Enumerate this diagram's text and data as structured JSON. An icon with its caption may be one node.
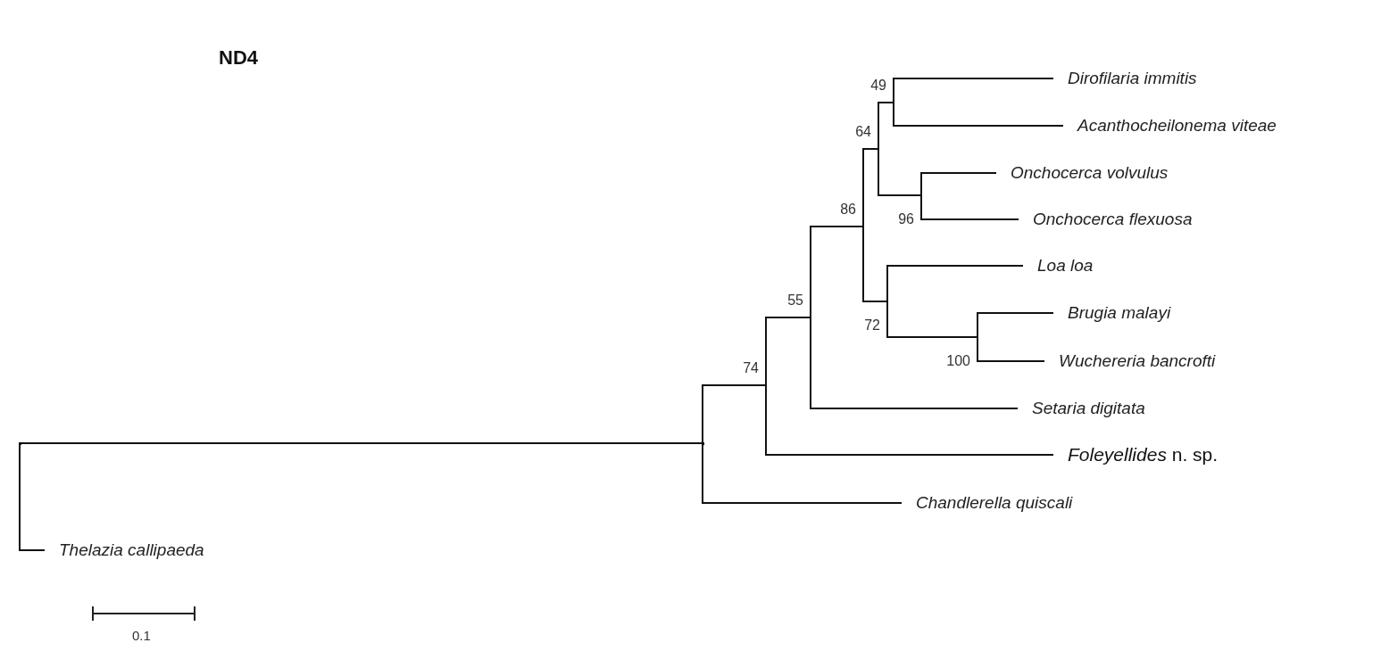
{
  "diagram": {
    "title": "ND4",
    "nodes": [
      {
        "text": [
          "Dirofilaria immitis"
        ]
      },
      {
        "text": [
          "49"
        ]
      },
      {
        "text": [
          "Acanthocheilonema viteae"
        ]
      },
      {
        "text": [
          "64"
        ]
      },
      {
        "text": [
          "Onchocerca volvulus"
        ]
      },
      {
        "text": [
          "86"
        ]
      },
      {
        "text": [
          "Onchocerca flexuosa"
        ]
      },
      {
        "text": [
          "96"
        ]
      },
      {
        "text": [
          "Loa loa"
        ]
      },
      {
        "text": [],
        "shape": "point"
      },
      {
        "text": [
          "55"
        ]
      },
      {
        "text": [
          "Brugia malayi"
        ]
      },
      {
        "text": [
          "72"
        ]
      },
      {
        "text": [
          "Wuchereria bancrofti"
        ]
      },
      {
        "text": [
          "100"
        ]
      },
      {
        "text": [
          "74"
        ]
      },
      {
        "text": [],
        "shape": "point"
      },
      {
        "text": [
          "Setaria digitata"
        ]
      },
      {
        "text": [
          "*Foleyellides* n. sp."
        ]
      },
      {
        "text": [
          "Chandlerella quiscali"
        ]
      },
      {
        "text": [
          "Thelazia callipaeda"
        ]
      }
    ],
    "edges": [
      {
        "from": 1,
        "to": 0,
        "arrow": "none"
      },
      {
        "from": 1,
        "to": 2,
        "arrow": "none"
      },
      {
        "from": 3,
        "to": 1,
        "arrow": "none"
      },
      {
        "from": 3,
        "to": 7,
        "arrow": "none"
      },
      {
        "from": 7,
        "to": 4,
        "arrow": "none"
      },
      {
        "from": 7,
        "to": 6,
        "arrow": "none"
      },
      {
        "from": 5,
        "to": 3,
        "arrow": "none"
      },
      {
        "from": 5,
        "to": 12,
        "arrow": "none"
      },
      {
        "from": 12,
        "to": 8,
        "arrow": "none"
      },
      {
        "from": 12,
        "to": 14,
        "arrow": "none"
      },
      {
        "from": 14,
        "to": 11,
        "arrow": "none"
      },
      {
        "from": 14,
        "to": 13,
        "arrow": "none"
      },
      {
        "from": 10,
        "to": 5,
        "arrow": "none"
      },
      {
        "from": 10,
        "to": 17,
        "arrow": "none"
      },
      {
        "from": 15,
        "to": 10,
        "arrow": "none"
      },
      {
        "from": 15,
        "to": 18,
        "arrow": "none"
      },
      {
        "from": 16,
        "to": 15,
        "arrow": "none"
      },
      {
        "from": 16,
        "to": 19,
        "arrow": "none"
      },
      {
        "from": 9,
        "to": 16,
        "arrow": "none"
      },
      {
        "from": 9,
        "to": 20,
        "arrow": "none"
      }
    ],
    "labels": [
      "0.1"
    ]
  }
}
